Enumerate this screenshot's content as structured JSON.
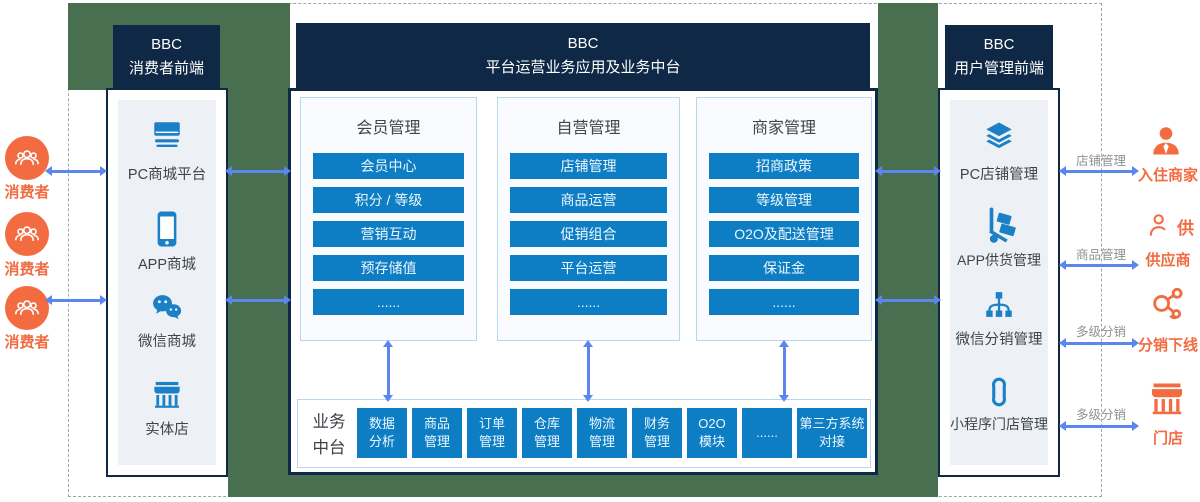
{
  "colors": {
    "navy": "#0e2846",
    "green_band": "#487050",
    "button_blue": "#0d7ec3",
    "arrow_blue": "#5a86ee",
    "orange": "#f26b41",
    "panel_bg": "#edf1f6",
    "panel_border": "#b9d7ec"
  },
  "actors": {
    "items": [
      {
        "icon": "consumer-group-icon",
        "label": "消费者"
      },
      {
        "icon": "consumer-group-icon",
        "label": "消费者"
      },
      {
        "icon": "consumer-group-icon",
        "label": "消费者"
      }
    ]
  },
  "left_block": {
    "header": {
      "line1": "BBC",
      "line2": "消费者前端"
    },
    "items": [
      {
        "icon": "monitor-icon",
        "label": "PC商城平台"
      },
      {
        "icon": "smartphone-icon",
        "label": "APP商城"
      },
      {
        "icon": "wechat-icon",
        "label": "微信商城"
      },
      {
        "icon": "storefront-icon",
        "label": "实体店"
      }
    ]
  },
  "center_block": {
    "header": {
      "line1": "BBC",
      "line2": "平台运营业务应用及业务中台"
    },
    "panels": [
      {
        "title": "会员管理",
        "items": [
          "会员中心",
          "积分 / 等级",
          "营销互动",
          "预存储值",
          "......"
        ]
      },
      {
        "title": "自营管理",
        "items": [
          "店铺管理",
          "商品运营",
          "促销组合",
          "平台运营",
          "......"
        ]
      },
      {
        "title": "商家管理",
        "items": [
          "招商政策",
          "等级管理",
          "O2O及配送管理",
          "保证金",
          "......"
        ]
      }
    ],
    "platform": {
      "label_line1": "业务",
      "label_line2": "中台",
      "modules": [
        [
          "数据",
          "分析"
        ],
        [
          "商品",
          "管理"
        ],
        [
          "订单",
          "管理"
        ],
        [
          "仓库",
          "管理"
        ],
        [
          "物流",
          "管理"
        ],
        [
          "财务",
          "管理"
        ],
        [
          "O2O",
          "模块"
        ],
        [
          "......",
          ""
        ],
        [
          "第三方系统",
          "对接"
        ]
      ]
    }
  },
  "right_block": {
    "header": {
      "line1": "BBC",
      "line2": "用户管理前端"
    },
    "items": [
      {
        "icon": "layers-icon",
        "label": "PC店铺管理"
      },
      {
        "icon": "trolley-icon",
        "label": "APP供货管理"
      },
      {
        "icon": "hierarchy-icon",
        "label": "微信分销管理"
      },
      {
        "icon": "miniprogram-icon",
        "label": "小程序门店管理"
      }
    ]
  },
  "entities": [
    {
      "relation": "店铺管理",
      "icon": "merchant-person-icon",
      "label": "入住商家"
    },
    {
      "relation": "商品管理",
      "icon": "supplier-person-icon",
      "icon_char": "供",
      "label": "供应商"
    },
    {
      "relation": "多级分销",
      "icon": "share-network-icon",
      "label": "分销下线"
    },
    {
      "relation": "多级分销",
      "icon": "store-icon",
      "label": "门店"
    }
  ]
}
